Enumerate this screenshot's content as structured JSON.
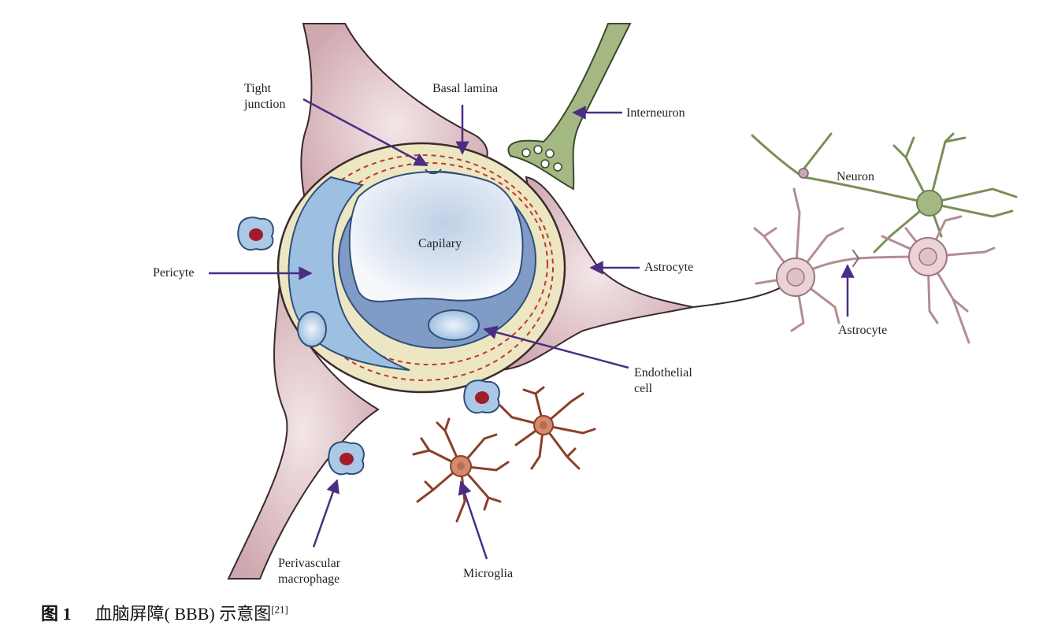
{
  "labels": {
    "tight_junction_1": "Tight",
    "tight_junction_2": "junction",
    "basal_lamina": "Basal lamina",
    "interneuron": "Interneuron",
    "neuron": "Neuron",
    "capillary": "Capilary",
    "pericyte": "Pericyte",
    "astrocyte": "Astrocyte",
    "astrocyte_2": "Astrocyte",
    "endothelial_1": "Endothelial",
    "endothelial_2": "cell",
    "perivascular_1": "Perivascular",
    "perivascular_2": "macrophage",
    "microglia": "Microglia"
  },
  "caption": {
    "figure": "图 1",
    "text": "血脑屏障( BBB) 示意图",
    "ref": "[21]"
  },
  "colors": {
    "arrow": "#4b2e83",
    "astrocyte_fill": "#d8b4ba",
    "interneuron_fill": "#a4b884",
    "endothelium": "#7f9bc6",
    "capillary_lumen": "#cfdcec",
    "basal_lamina": "#ece6c2",
    "pericyte": "#9dc0e2",
    "microglia": "#b86d52",
    "macrophage": "#a9c9e6",
    "nucleus_red": "#a11d2a",
    "dashed_membrane": "#c0392b"
  }
}
